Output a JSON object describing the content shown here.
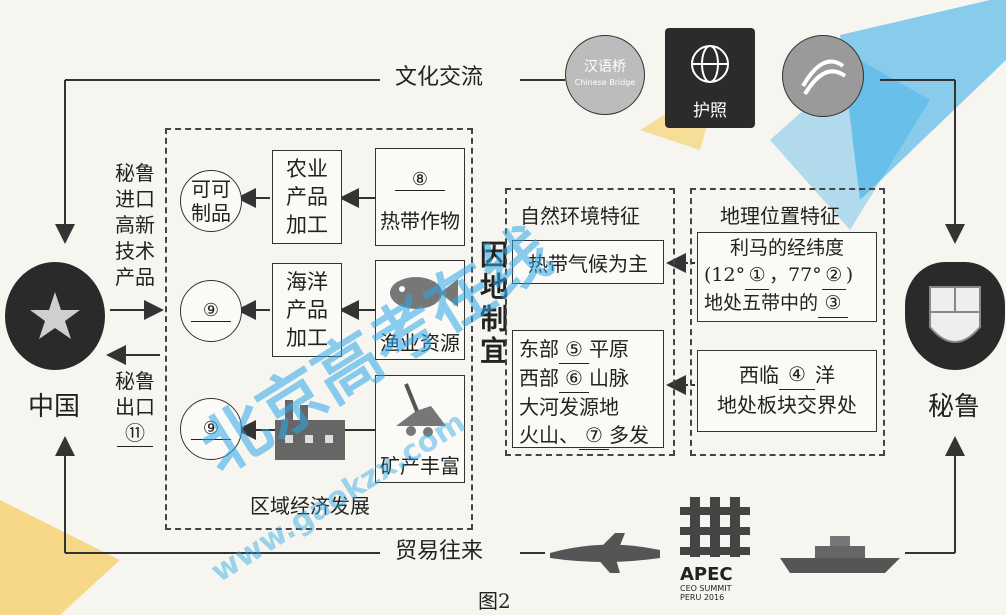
{
  "figure_label": "图2",
  "left_country": "中国",
  "right_country": "秘鲁",
  "top_link": "文化交流",
  "bottom_link": "贸易往来",
  "icons": {
    "confucius_badge_text": "汉语桥",
    "confucius_badge_sub": "Chinese Bridge",
    "passport_text": "护照",
    "apec": {
      "title": "APEC",
      "sub1": "CEO SUMMIT",
      "sub2": "PERU 2016"
    }
  },
  "import_label": "秘鲁进口高新技术产品",
  "export_label": "秘鲁出口",
  "export_blank": "⑪",
  "left_panel": {
    "products": [
      {
        "text": "可可制品"
      },
      {
        "blank": "⑨"
      },
      {
        "blank": "⑨"
      }
    ],
    "processing": [
      {
        "text": "农业产品加工"
      },
      {
        "text": "海洋产品加工"
      }
    ],
    "resources": [
      {
        "blank": "⑧",
        "text": "热带作物"
      },
      {
        "text": "渔业资源"
      },
      {
        "text": "矿产丰富"
      }
    ],
    "footer": "区域经济发展"
  },
  "center_label": "因地制宜",
  "nature_panel": {
    "title": "自然环境特征",
    "climate": "热带气候为主",
    "terrain": [
      {
        "pre": "东部",
        "blank": "⑤",
        "post": "平原"
      },
      {
        "pre": "西部",
        "blank": "⑥",
        "post": "山脉"
      },
      {
        "pre": "大河发源地",
        "blank": "",
        "post": ""
      },
      {
        "pre": "火山、",
        "blank": "⑦",
        "post": "多发"
      }
    ]
  },
  "location_panel": {
    "title": "地理位置特征",
    "coords_title": "利马的经纬度",
    "coords": {
      "pre": "(12°",
      "b1": "①",
      "mid": "，77°",
      "b2": "②",
      "post": ")"
    },
    "zone": {
      "pre": "地处五带中的",
      "blank": "③"
    },
    "ocean": {
      "pre": "西临",
      "blank": "④",
      "post": "洋"
    },
    "plate": "地处板块交界处"
  },
  "watermark_text": "北京高考在线",
  "watermark_url": "www.gaokzx.com",
  "colors": {
    "watermark_blue": "#2da8e8",
    "watermark_yellow": "#f5c542",
    "line": "#333333"
  }
}
